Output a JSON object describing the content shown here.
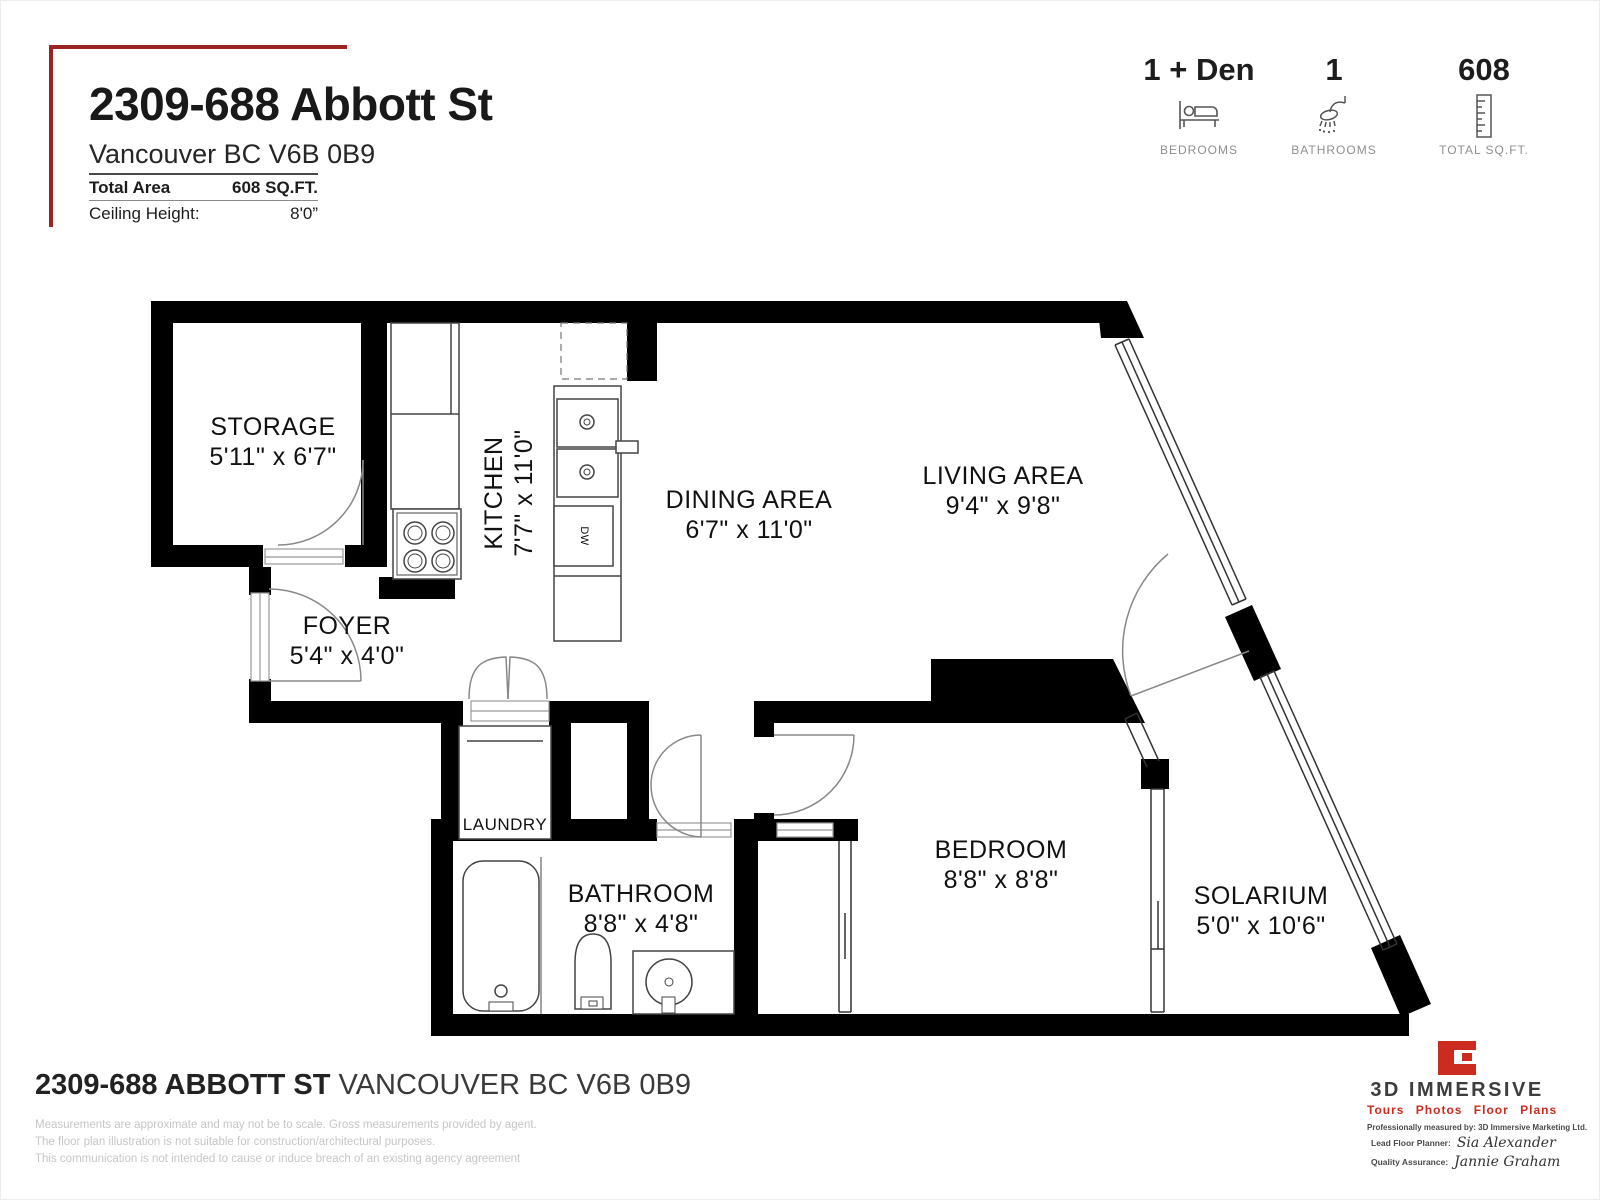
{
  "header": {
    "title": "2309-688 Abbott St",
    "subtitle": "Vancouver BC V6B 0B9",
    "total_area_label": "Total Area",
    "total_area_value": "608 SQ.FT.",
    "ceiling_label": "Ceiling Height:",
    "ceiling_value": "8'0”",
    "accent_color": "#9b2422"
  },
  "stats": [
    {
      "value": "1 + Den",
      "label": "BEDROOMS",
      "icon": "bed-icon"
    },
    {
      "value": "1",
      "label": "BATHROOMS",
      "icon": "shower-icon"
    },
    {
      "value": "608",
      "label": "TOTAL SQ.FT.",
      "icon": "ruler-icon"
    }
  ],
  "rooms": [
    {
      "name": "STORAGE",
      "dims": "5'11\" x 6'7\""
    },
    {
      "name": "KITCHEN",
      "dims": "7'7\" x 11'0\""
    },
    {
      "name": "DINING AREA",
      "dims": "6'7\" x 11'0\""
    },
    {
      "name": "LIVING AREA",
      "dims": "9'4\" x 9'8\""
    },
    {
      "name": "FOYER",
      "dims": "5'4\" x 4'0\""
    },
    {
      "name": "LAUNDRY",
      "dims": ""
    },
    {
      "name": "BATHROOM",
      "dims": "8'8\" x 4'8\""
    },
    {
      "name": "BEDROOM",
      "dims": "8'8\" x 8'8\""
    },
    {
      "name": "SOLARIUM",
      "dims": "5'0\" x 10'6\""
    }
  ],
  "fixtures": {
    "dishwasher_label": "DW"
  },
  "footer": {
    "address_bold": "2309-688 ABBOTT ST",
    "address_rest": " VANCOUVER BC V6B 0B9",
    "disclaimers": [
      "Measurements are approximate and may not be to scale. Gross measurements provided by agent.",
      "The floor plan illustration is not suitable for construction/architectural purposes.",
      "This communication is not intended to cause or induce breach of an existing agency agreement"
    ]
  },
  "branding": {
    "name": "3D IMMERSIVE",
    "tagline": "Tours  Photos  Floor Plans",
    "measured_by": "Professionally measured by: 3D Immersive Marketing Ltd.",
    "planner_label": "Lead Floor Planner:",
    "planner_name": "Sia Alexander",
    "qa_label": "Quality Assurance:",
    "qa_name": "Jannie Graham",
    "brand_red": "#cc2b20"
  }
}
